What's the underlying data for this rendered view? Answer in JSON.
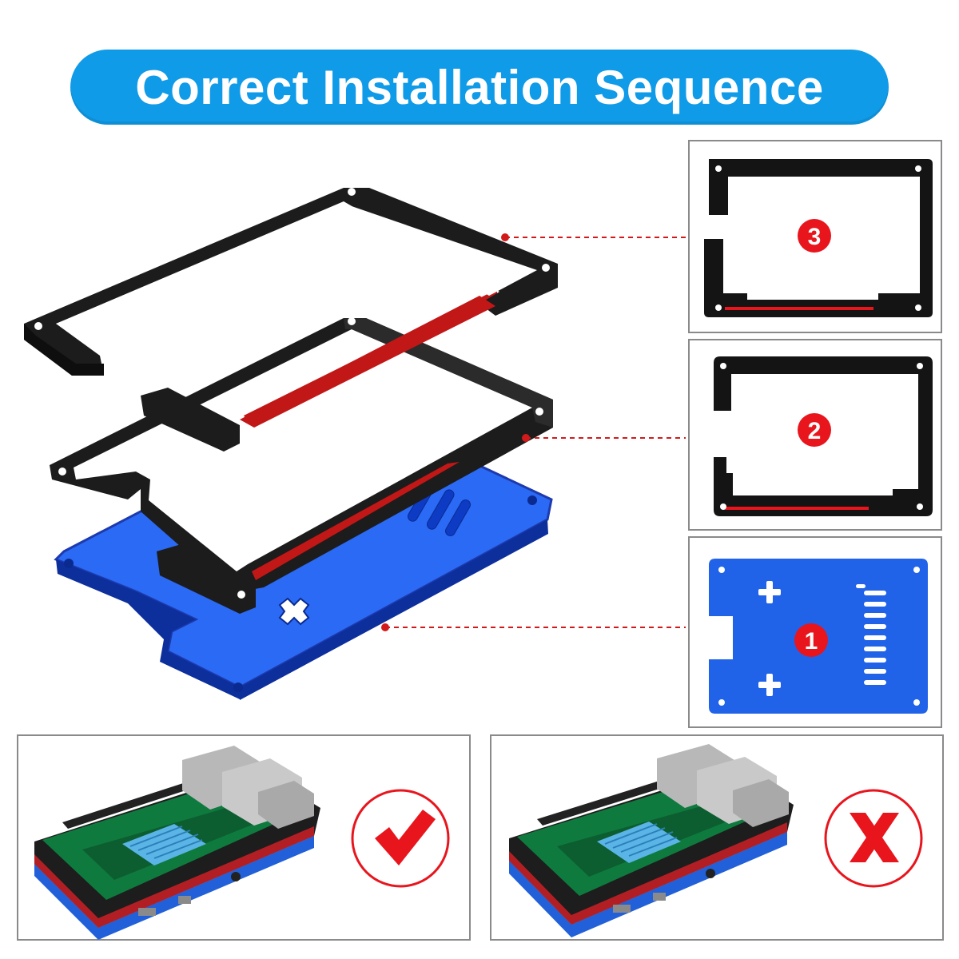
{
  "title": "Correct Installation Sequence",
  "layers": [
    {
      "step": "3",
      "part": "top frame",
      "color": "#1a1a1a"
    },
    {
      "step": "2",
      "part": "middle frame",
      "color": "#1a1a1a"
    },
    {
      "step": "1",
      "part": "base plate",
      "color": "#1f5ee8"
    }
  ],
  "results": [
    {
      "status": "correct",
      "mark": "checkmark-icon",
      "color": "#e8151d"
    },
    {
      "status": "incorrect",
      "mark": "cross-icon",
      "color": "#e8151d"
    }
  ],
  "colors": {
    "accent": "#109be8",
    "badge": "#e8151d",
    "acrylic_blue": "#1f5ee8",
    "acrylic_black": "#1a1a1a",
    "indicator_red": "#d21a1a"
  }
}
